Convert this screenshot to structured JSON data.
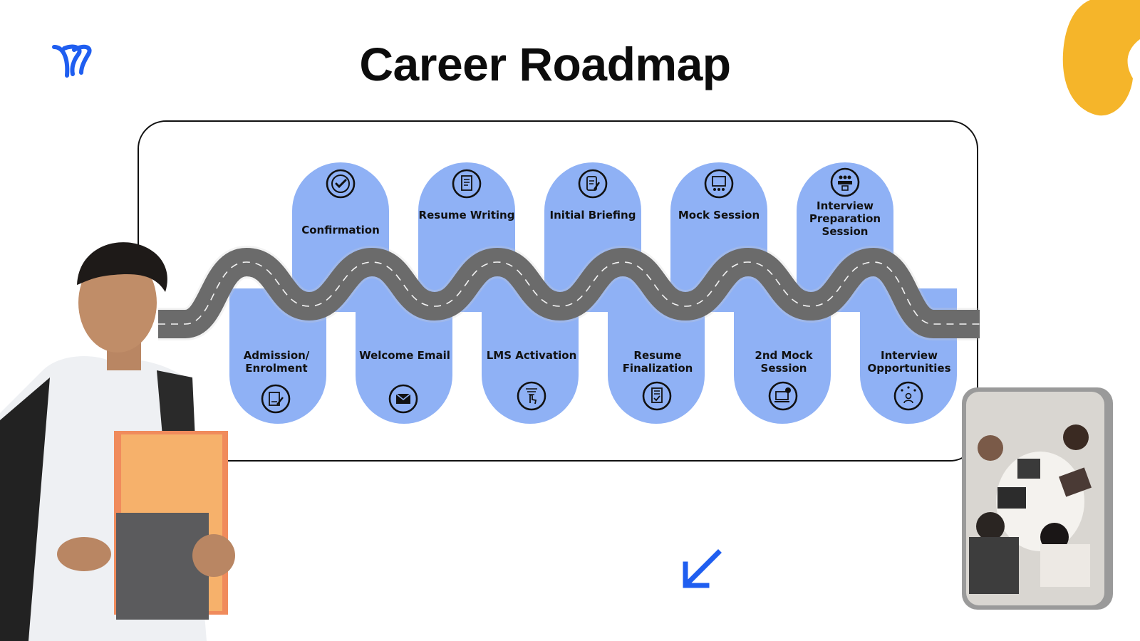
{
  "title": "Career Roadmap",
  "colors": {
    "pill": "#8fb1f5",
    "road": "#4a4a4a",
    "accent_blue": "#1f5ef0",
    "blob": "#f5b52a"
  },
  "steps_top": [
    {
      "label": "Confirmation",
      "icon": "check-circle-icon"
    },
    {
      "label": "Resume Writing",
      "icon": "document-icon"
    },
    {
      "label": "Initial Briefing",
      "icon": "clipboard-pen-icon"
    },
    {
      "label": "Mock Session",
      "icon": "presentation-icon"
    },
    {
      "label": "Interview Preparation Session",
      "icon": "group-meeting-icon"
    }
  ],
  "steps_bottom": [
    {
      "label": "Admission/ Enrolment",
      "icon": "form-pen-icon"
    },
    {
      "label": "Welcome Email",
      "icon": "envelope-icon"
    },
    {
      "label": "LMS Activation",
      "icon": "touch-tech-icon"
    },
    {
      "label": "Resume Finalization",
      "icon": "document-check-icon"
    },
    {
      "label": "2nd Mock Session",
      "icon": "laptop-chat-icon"
    },
    {
      "label": "Interview Opportunities",
      "icon": "person-network-icon"
    }
  ]
}
